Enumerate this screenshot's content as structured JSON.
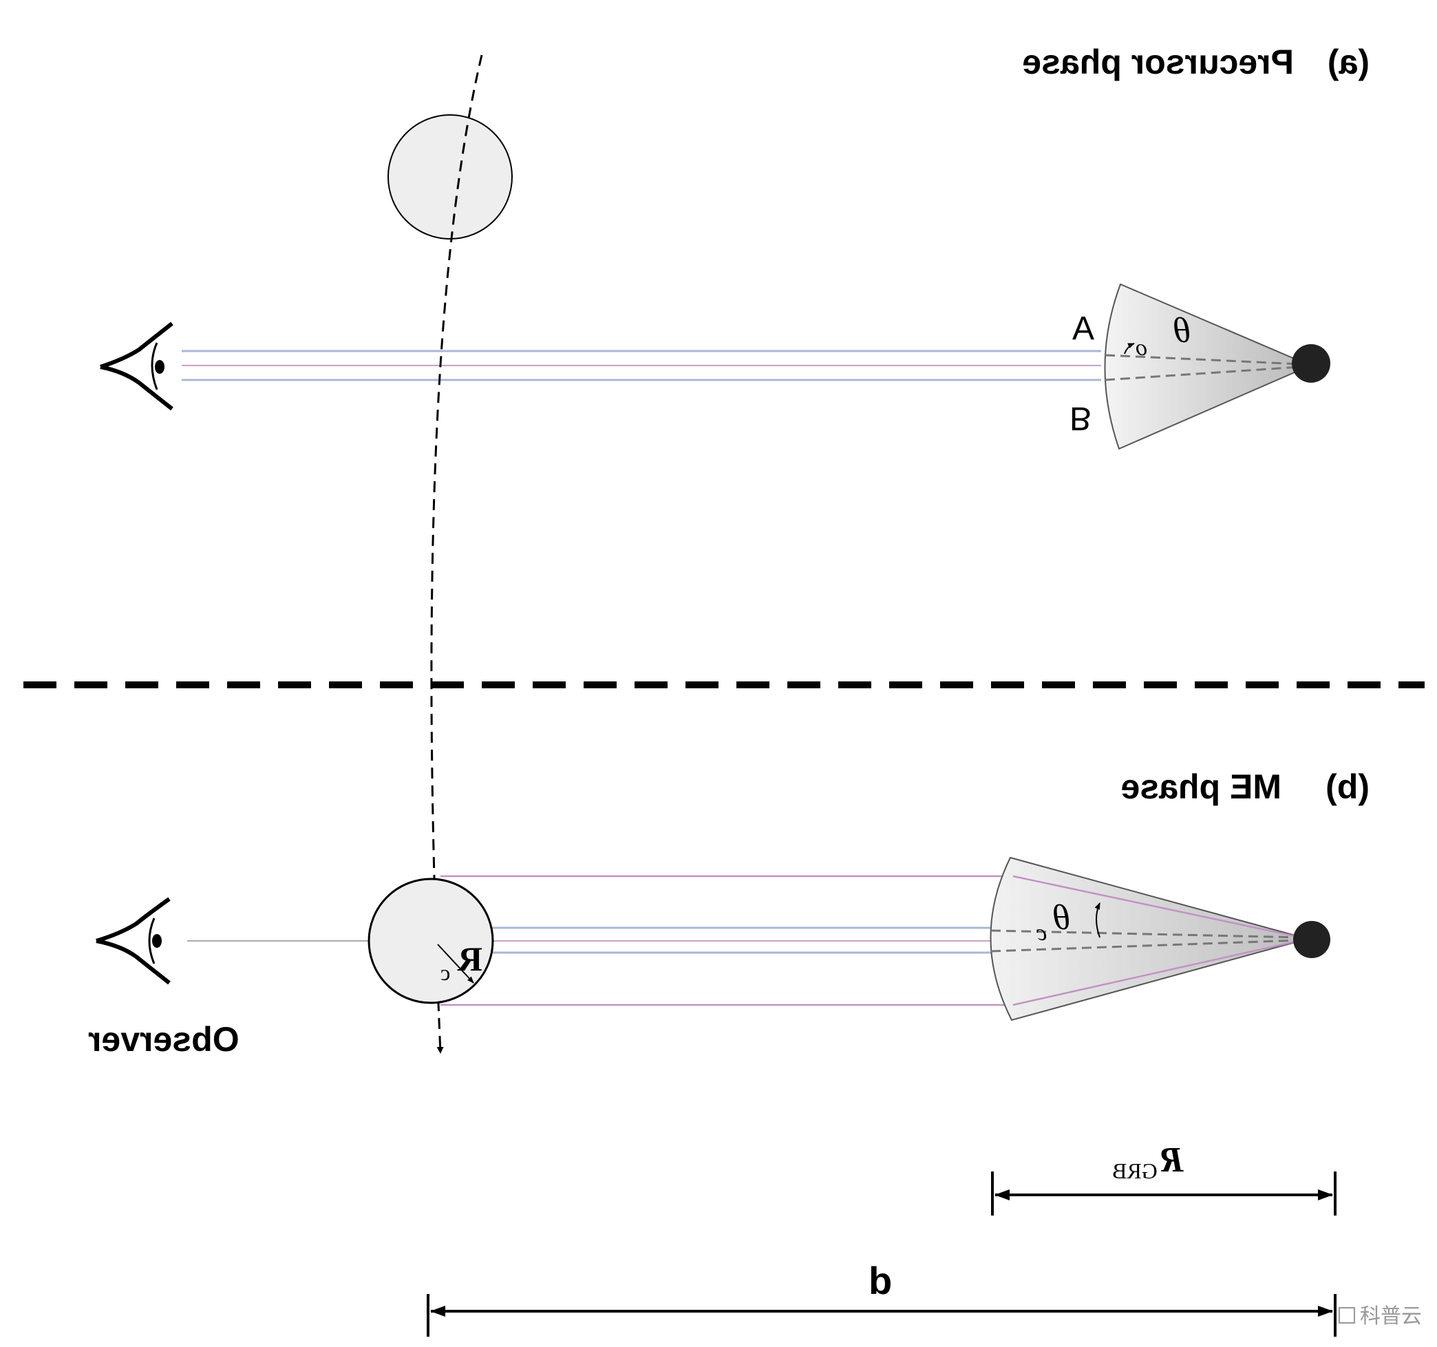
{
  "panels": {
    "a": {
      "letter": "(a)",
      "title": "Precursor phase",
      "point_a": "A",
      "point_b": "B",
      "angle": "θ",
      "angle_sub": "o"
    },
    "b": {
      "letter": "(b)",
      "title": "ME phase",
      "angle": "θ",
      "angle_sub": "c",
      "radius": "R",
      "radius_sub": "c"
    }
  },
  "observer_label": "Observer",
  "dimensions": {
    "rgrb": {
      "main": "R",
      "sub": "GRB"
    },
    "d": "d"
  },
  "watermark": "科普云",
  "colors": {
    "ray_blue": "#a9b8d6",
    "ray_purple": "#c392c4",
    "cone_fill": "#d6d6d6",
    "cloud_fill": "#eeeeee",
    "source": "#222222"
  }
}
